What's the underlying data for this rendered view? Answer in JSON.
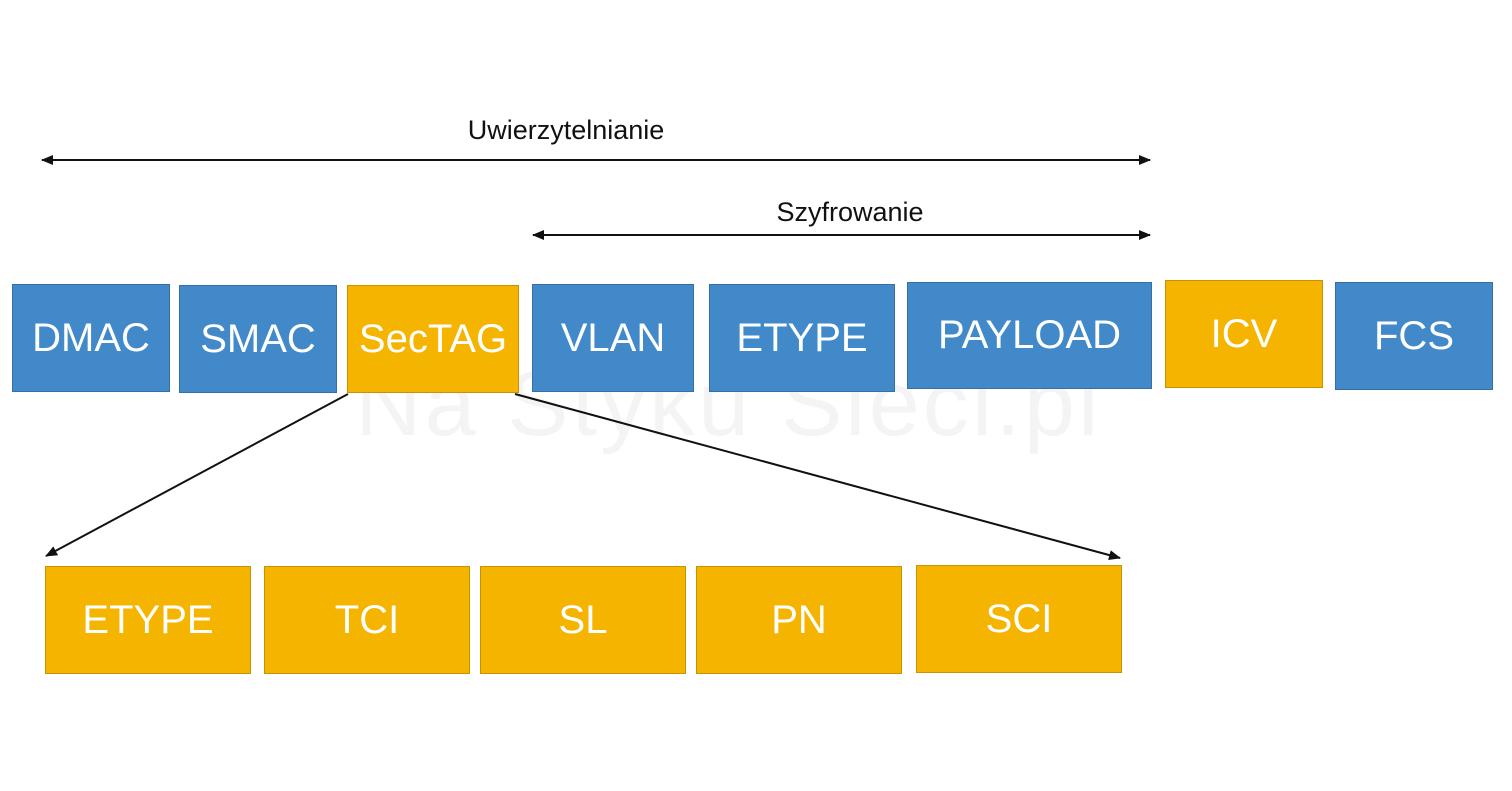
{
  "spans": {
    "authentication": "Uwierzytelnianie",
    "encryption": "Szyfrowanie"
  },
  "frame_fields": [
    {
      "label": "DMAC",
      "color": "#4189c9"
    },
    {
      "label": "SMAC",
      "color": "#4189c9"
    },
    {
      "label": "SecTAG",
      "color": "#f5b400"
    },
    {
      "label": "VLAN",
      "color": "#4189c9"
    },
    {
      "label": "ETYPE",
      "color": "#4189c9"
    },
    {
      "label": "PAYLOAD",
      "color": "#4189c9"
    },
    {
      "label": "ICV",
      "color": "#f5b400"
    },
    {
      "label": "FCS",
      "color": "#4189c9"
    }
  ],
  "sectag_fields": [
    {
      "label": "ETYPE"
    },
    {
      "label": "TCI"
    },
    {
      "label": "SL"
    },
    {
      "label": "PN"
    },
    {
      "label": "SCI"
    }
  ],
  "watermark": "Na Styku Sieci.pl",
  "colors": {
    "blue": "#4189c9",
    "orange": "#f5b400",
    "text": "#111111"
  }
}
